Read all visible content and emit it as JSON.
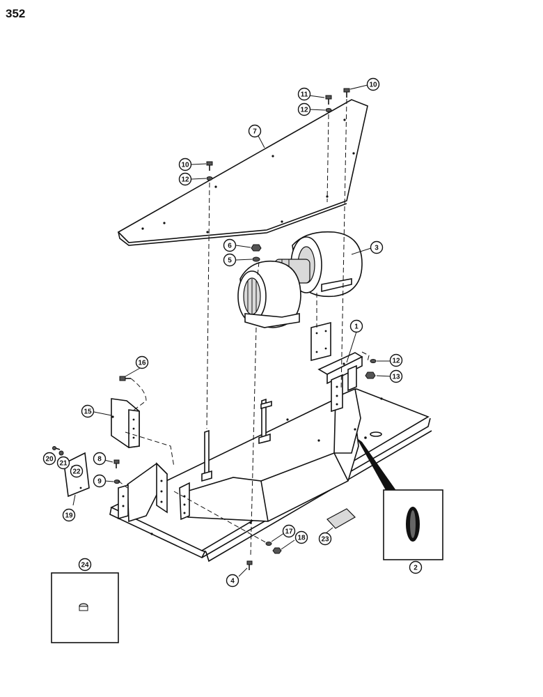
{
  "page_number": "352",
  "callouts": [
    {
      "label": "1"
    },
    {
      "label": "2"
    },
    {
      "label": "3"
    },
    {
      "label": "4"
    },
    {
      "label": "5"
    },
    {
      "label": "6"
    },
    {
      "label": "7"
    },
    {
      "label": "8"
    },
    {
      "label": "9"
    },
    {
      "label": "10"
    },
    {
      "label": "10"
    },
    {
      "label": "11"
    },
    {
      "label": "12"
    },
    {
      "label": "12"
    },
    {
      "label": "12"
    },
    {
      "label": "13"
    },
    {
      "label": "15"
    },
    {
      "label": "16"
    },
    {
      "label": "17"
    },
    {
      "label": "18"
    },
    {
      "label": "19"
    },
    {
      "label": "20"
    },
    {
      "label": "21"
    },
    {
      "label": "22"
    },
    {
      "label": "23"
    },
    {
      "label": "24"
    }
  ]
}
